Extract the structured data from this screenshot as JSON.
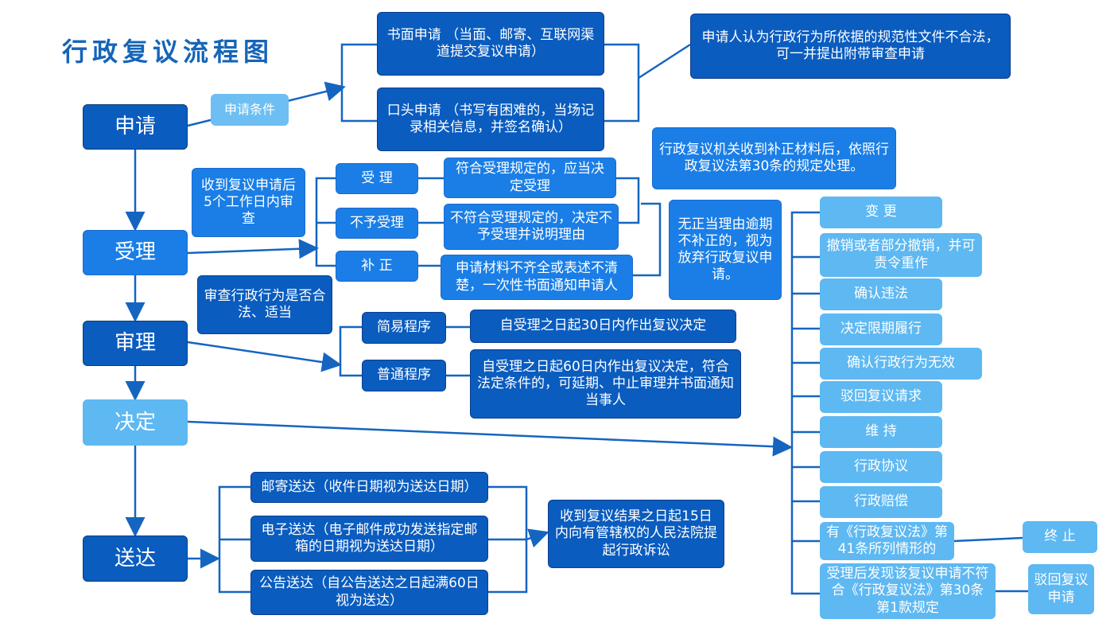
{
  "title": "行政复议流程图",
  "stages": {
    "apply": "申请",
    "accept": "受理",
    "review": "审理",
    "decide": "决定",
    "deliver": "送达"
  },
  "apply": {
    "condition": "申请条件",
    "written": "书面申请 （当面、邮寄、互联网渠道提交复议申请）",
    "oral": "口头申请 （书写有困难的，当场记录相关信息，并签名确认）",
    "note": "申请人认为行政行为所依据的规范性文件不合法，可一并提出附带审查申请"
  },
  "accept": {
    "note": "收到复议申请后5个工作日内审查",
    "accept_label": "受 理",
    "accept_desc": "符合受理规定的，应当决定受理",
    "reject_label": "不予受理",
    "reject_desc": "不符合受理规定的，决定不予受理并说明理由",
    "correct_label": "补 正",
    "correct_desc": "申请材料不齐全或表述不清楚，一次性书面通知申请人",
    "after_correct": "行政复议机关收到补正材料后，依照行政复议法第30条的规定处理。",
    "abandon": "无正当理由逾期不补正的，视为放弃行政复议申请。"
  },
  "review": {
    "note": "审查行政行为是否合法、适当",
    "simple_label": "简易程序",
    "simple_desc": "自受理之日起30日内作出复议决定",
    "normal_label": "普通程序",
    "normal_desc": "自受理之日起60日内作出复议决定，符合法定条件的，可延期、中止审理并书面通知当事人"
  },
  "decisions": [
    "变 更",
    "撤销或者部分撤销，并可责令重作",
    "确认违法",
    "决定限期履行",
    "确认行政行为无效",
    "驳回复议请求",
    "维 持",
    "行政协议",
    "行政赔偿",
    "有《行政复议法》第41条所列情形的",
    "受理后发现该复议申请不符合《行政复议法》第30条第1款规定"
  ],
  "decision_results": {
    "terminate": "终 止",
    "reject_apply": "驳回复议申请"
  },
  "deliver": {
    "mail": "邮寄送达（收件日期视为送达日期）",
    "electronic": "电子送达（电子邮件成功发送指定邮箱的日期视为送达日期）",
    "announce": "公告送达（自公告送达之日起满60日视为送达）",
    "lawsuit": "收到复议结果之日起15日内向有管辖权的人民法院提起行政诉讼"
  },
  "colors": {
    "dark_box": "#0a5cbf",
    "mid_box": "#1a7ee6",
    "light_box": "#5eb8f2",
    "line": "#1565c0",
    "title": "#1565b8"
  }
}
